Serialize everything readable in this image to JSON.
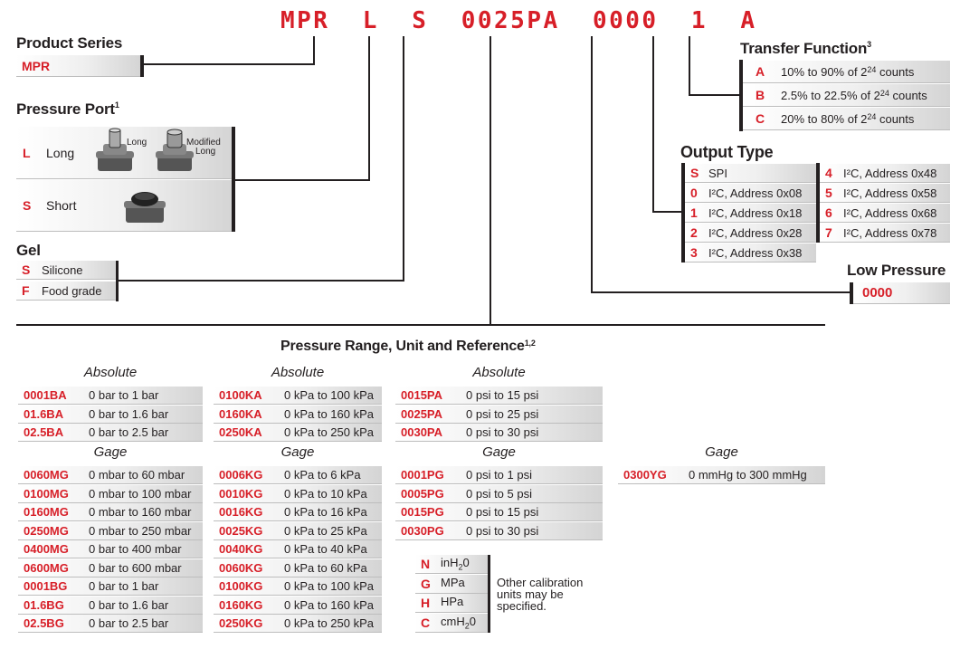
{
  "part_code": {
    "series": "MPR",
    "port": "L",
    "gel": "S",
    "range": "0025PA",
    "low": "0000",
    "output": "1",
    "transfer": "A"
  },
  "product_series": {
    "title": "Product Series",
    "value": "MPR"
  },
  "pressure_port": {
    "title": "Pressure Port",
    "sup": "1",
    "items": [
      {
        "key": "L",
        "label": "Long",
        "img1": "Long",
        "img2a": "Modified",
        "img2b": "Long"
      },
      {
        "key": "S",
        "label": "Short"
      }
    ]
  },
  "gel": {
    "title": "Gel",
    "items": [
      {
        "key": "S",
        "label": "Silicone"
      },
      {
        "key": "F",
        "label": "Food grade"
      }
    ]
  },
  "transfer_function": {
    "title": "Transfer Function",
    "sup": "3",
    "items": [
      {
        "key": "A",
        "pre": "10% to 90% of 2",
        "exp": "24",
        "post": " counts"
      },
      {
        "key": "B",
        "pre": "2.5% to 22.5% of 2",
        "exp": "24",
        "post": " counts"
      },
      {
        "key": "C",
        "pre": "20% to 80% of 2",
        "exp": "24",
        "post": " counts"
      }
    ]
  },
  "output_type": {
    "title": "Output Type",
    "left": [
      {
        "key": "S",
        "label": "SPI"
      },
      {
        "key": "0",
        "label": "I²C, Address 0x08"
      },
      {
        "key": "1",
        "label": "I²C, Address 0x18"
      },
      {
        "key": "2",
        "label": "I²C, Address 0x28"
      },
      {
        "key": "3",
        "label": "I²C, Address 0x38"
      }
    ],
    "right": [
      {
        "key": "4",
        "label": "I²C, Address 0x48"
      },
      {
        "key": "5",
        "label": "I²C, Address 0x58"
      },
      {
        "key": "6",
        "label": "I²C, Address 0x68"
      },
      {
        "key": "7",
        "label": "I²C, Address 0x78"
      }
    ]
  },
  "low_pressure": {
    "title": "Low Pressure",
    "value": "0000"
  },
  "pressure_range": {
    "title": "Pressure Range, Unit and Reference",
    "sup": "1,2",
    "col1": {
      "abs_label": "Absolute",
      "abs": [
        [
          "0001BA",
          "0 bar to 1 bar"
        ],
        [
          "01.6BA",
          "0 bar to 1.6 bar"
        ],
        [
          "02.5BA",
          "0 bar to 2.5 bar"
        ]
      ],
      "gage_label": "Gage",
      "gage": [
        [
          "0060MG",
          "0 mbar to 60 mbar"
        ],
        [
          "0100MG",
          "0 mbar to 100 mbar"
        ],
        [
          "0160MG",
          "0 mbar to 160 mbar"
        ],
        [
          "0250MG",
          "0 mbar to 250 mbar"
        ],
        [
          "0400MG",
          "0 bar to 400 mbar"
        ],
        [
          "0600MG",
          "0 bar to 600 mbar"
        ],
        [
          "0001BG",
          "0 bar to 1 bar"
        ],
        [
          "01.6BG",
          "0 bar to 1.6 bar"
        ],
        [
          "02.5BG",
          "0 bar to 2.5 bar"
        ]
      ]
    },
    "col2": {
      "abs_label": "Absolute",
      "abs": [
        [
          "0100KA",
          "0 kPa to 100 kPa"
        ],
        [
          "0160KA",
          "0 kPa to 160 kPa"
        ],
        [
          "0250KA",
          "0 kPa to 250 kPa"
        ]
      ],
      "gage_label": "Gage",
      "gage": [
        [
          "0006KG",
          "0 kPa to 6 kPa"
        ],
        [
          "0010KG",
          "0 kPa to 10 kPa"
        ],
        [
          "0016KG",
          "0 kPa to 16 kPa"
        ],
        [
          "0025KG",
          "0 kPa to 25 kPa"
        ],
        [
          "0040KG",
          "0 kPa to 40 kPa"
        ],
        [
          "0060KG",
          "0 kPa to 60 kPa"
        ],
        [
          "0100KG",
          "0 kPa to 100 kPa"
        ],
        [
          "0160KG",
          "0 kPa to 160 kPa"
        ],
        [
          "0250KG",
          "0 kPa to 250 kPa"
        ]
      ]
    },
    "col3": {
      "abs_label": "Absolute",
      "abs": [
        [
          "0015PA",
          "0 psi to 15 psi"
        ],
        [
          "0025PA",
          "0 psi to 25 psi"
        ],
        [
          "0030PA",
          "0 psi to 30 psi"
        ]
      ],
      "gage_label": "Gage",
      "gage": [
        [
          "0001PG",
          "0 psi to 1 psi"
        ],
        [
          "0005PG",
          "0 psi to 5 psi"
        ],
        [
          "0015PG",
          "0 psi to 15 psi"
        ],
        [
          "0030PG",
          "0 psi to 30 psi"
        ]
      ]
    },
    "col4": {
      "gage_label": "Gage",
      "gage": [
        [
          "0300YG",
          "0 mmHg to 300 mmHg"
        ]
      ]
    },
    "units": [
      {
        "key": "N",
        "pre": "inH",
        "sub": "2",
        "post": "0"
      },
      {
        "key": "G",
        "pre": "MPa",
        "sub": "",
        "post": ""
      },
      {
        "key": "H",
        "pre": "HPa",
        "sub": "",
        "post": ""
      },
      {
        "key": "C",
        "pre": "cmH",
        "sub": "2",
        "post": "0"
      }
    ],
    "units_note": [
      "Other calibration",
      "units may be",
      "specified."
    ]
  }
}
